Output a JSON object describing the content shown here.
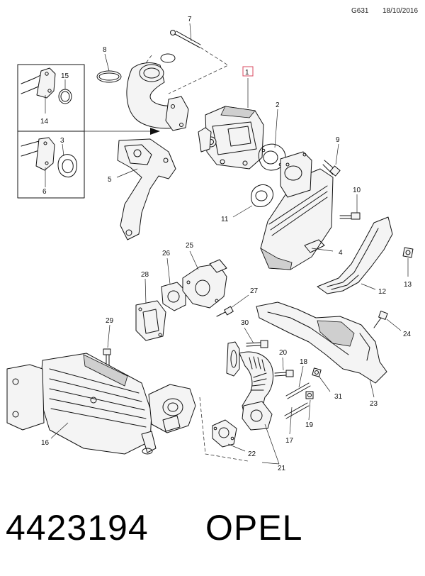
{
  "header": {
    "code": "G631",
    "date": "18/10/2016"
  },
  "callouts": [
    {
      "id": "c1",
      "label": "1"
    },
    {
      "id": "c2",
      "label": "2"
    },
    {
      "id": "c3",
      "label": "3"
    },
    {
      "id": "c4",
      "label": "4"
    },
    {
      "id": "c5",
      "label": "5"
    },
    {
      "id": "c6",
      "label": "6"
    },
    {
      "id": "c7",
      "label": "7"
    },
    {
      "id": "c8",
      "label": "8"
    },
    {
      "id": "c9",
      "label": "9"
    },
    {
      "id": "c10",
      "label": "10"
    },
    {
      "id": "c11",
      "label": "11"
    },
    {
      "id": "c12",
      "label": "12"
    },
    {
      "id": "c13",
      "label": "13"
    },
    {
      "id": "c14",
      "label": "14"
    },
    {
      "id": "c15",
      "label": "15"
    },
    {
      "id": "c16",
      "label": "16"
    },
    {
      "id": "c17",
      "label": "17"
    },
    {
      "id": "c18",
      "label": "18"
    },
    {
      "id": "c19",
      "label": "19"
    },
    {
      "id": "c20",
      "label": "20"
    },
    {
      "id": "c21",
      "label": "21"
    },
    {
      "id": "c22",
      "label": "22"
    },
    {
      "id": "c23",
      "label": "23"
    },
    {
      "id": "c24",
      "label": "24"
    },
    {
      "id": "c25",
      "label": "25"
    },
    {
      "id": "c26",
      "label": "26"
    },
    {
      "id": "c27",
      "label": "27"
    },
    {
      "id": "c28",
      "label": "28"
    },
    {
      "id": "c29",
      "label": "29"
    },
    {
      "id": "c30",
      "label": "30"
    },
    {
      "id": "c31",
      "label": "31"
    }
  ],
  "highlight_color": "#d9485f",
  "footer": {
    "part_number": "4423194",
    "brand": "OPEL"
  }
}
